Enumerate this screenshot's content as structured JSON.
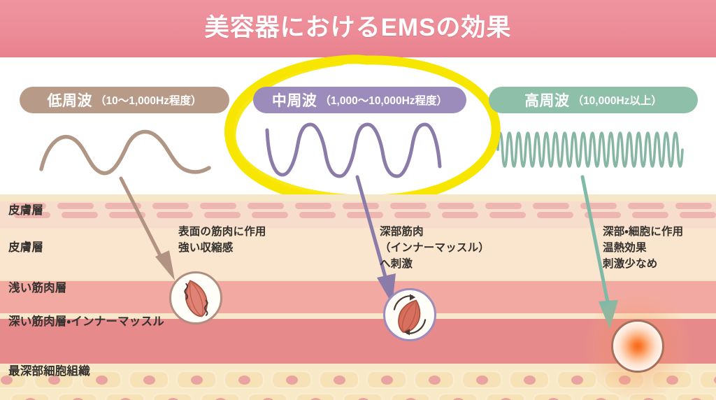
{
  "header": {
    "title": "美容器におけるEMSの効果",
    "background_color": "#ec8c97",
    "title_color": "#ffffff"
  },
  "bands": [
    {
      "id": "low",
      "badge_main": "低周波",
      "badge_sub": "（10〜1,000Hz程度）",
      "badge_color": "#b79a88",
      "wave_color": "#b09785",
      "wave_cycles": 2,
      "arrow_color": "#b29383",
      "note": "表面の筋肉に作用\n強い収縮感",
      "note_lines": [
        "表面の筋肉に作用",
        "強い収縮感"
      ],
      "target_icon": "muscle-icon"
    },
    {
      "id": "mid",
      "badge_main": "中周波",
      "badge_sub": "（1,000〜10,000Hz程度）",
      "badge_color": "#9b8cbb",
      "wave_color": "#8a7ba8",
      "wave_cycles": 5,
      "arrow_color": "#8a7ba8",
      "note": "深部筋肉\n（インナーマッスル）\nへ刺激",
      "note_lines": [
        "深部筋肉",
        "（インナーマッスル）",
        "へ刺激"
      ],
      "target_icon": "muscle-rotating-icon",
      "highlighted": true,
      "highlight_color": "#f7e600"
    },
    {
      "id": "high",
      "badge_main": "高周波",
      "badge_sub": "（10,000Hz以上）",
      "badge_color": "#8dbfa9",
      "wave_color": "#88b6a5",
      "wave_cycles": 20,
      "arrow_color": "#7fb9a7",
      "note": "深部・細胞に作用\n温熱効果\n刺激少なめ",
      "note_lines": [
        "深部・細胞に作用",
        "温熱効果",
        "刺激少なめ"
      ],
      "target_icon": "heat-glow-icon"
    }
  ],
  "skin_layers": [
    {
      "id": "epidermis",
      "label": "皮膚層",
      "color": "#f7ddcb"
    },
    {
      "id": "dermis",
      "label": "皮膚層",
      "color": "#fae6cf"
    },
    {
      "id": "shallow-muscle",
      "label": "浅い筋肉層",
      "color": "#f1a9a1"
    },
    {
      "id": "deep-muscle",
      "label": "深い筋肉層・インナーマッスル",
      "color": "#e68a8c"
    },
    {
      "id": "deep-cells",
      "label": "最深部細胞組織",
      "color": "#f8e9c7"
    }
  ],
  "colors": {
    "page_background": "#ffffff",
    "header_pink": "#ec8c97",
    "highlight_yellow": "#f7e600",
    "heat_orange": "#f96a1e"
  }
}
